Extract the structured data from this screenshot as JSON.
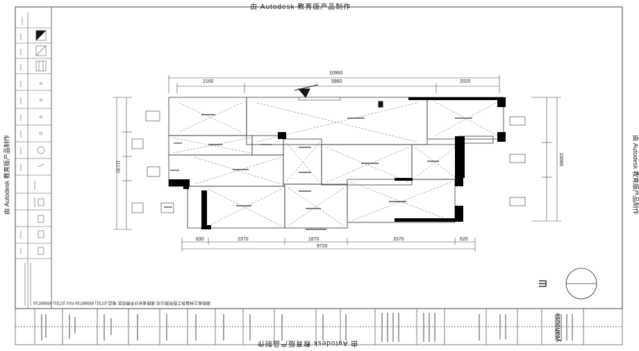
{
  "watermark": {
    "top": "由 Autodesk 教育版产品制作",
    "bottom": "由 Autodesk 教育版产品制作",
    "left": "由 Autodesk 教育版产品制作",
    "right": "由 Autodesk 教育版产品制作"
  },
  "dimensions": {
    "top_total": "10960",
    "top_left": "2160",
    "top_mid": "5860",
    "top_right": "2020",
    "bottom_total": "9720",
    "bottom_1": "630",
    "bottom_2": "2370",
    "bottom_3": "1870",
    "bottom_4": "3370",
    "bottom_5": "620",
    "left_total": "11130",
    "right_total": "10080"
  },
  "footer_strip_text": "湖南省之林装饰工程有限公司  湖南省长沙市雨花区  电话 (0731) 85598716  FAX (0731) 85598710",
  "logo_text": "yeahouse",
  "colors": {
    "line": "#333333",
    "wall": "#000000",
    "frame": "#444444"
  }
}
